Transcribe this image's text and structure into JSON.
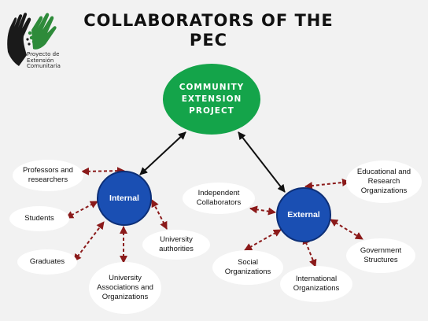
{
  "title": "COLLABORATORS OF THE PEC",
  "logo": {
    "text": "Proyecto de Extensión Comunitaria",
    "colors": {
      "hand_dark": "#1a1a1a",
      "hand_green": "#2e8b3a",
      "dot": "#2e8b3a"
    }
  },
  "diagram": {
    "main_node": "COMMUNITY EXTENSION PROJECT",
    "internal": {
      "label": "Internal",
      "items": {
        "professors": "Professors and researchers",
        "students": "Students",
        "graduates": "Graduates",
        "associations": "University Associations and Organizations",
        "authorities": "University authorities"
      }
    },
    "external": {
      "label": "External",
      "items": {
        "independent": "Independent Collaborators",
        "educational": "Educational and Research Organizations",
        "social": "Social Organizations",
        "international": "International Organizations",
        "government": "Government Structures"
      }
    }
  },
  "colors": {
    "background": "#f2f2f2",
    "main_green": "#14a44a",
    "hub_blue": "#1a4fb3",
    "arrow_dark_red": "#8b1a1a",
    "arrow_black": "#111111"
  }
}
